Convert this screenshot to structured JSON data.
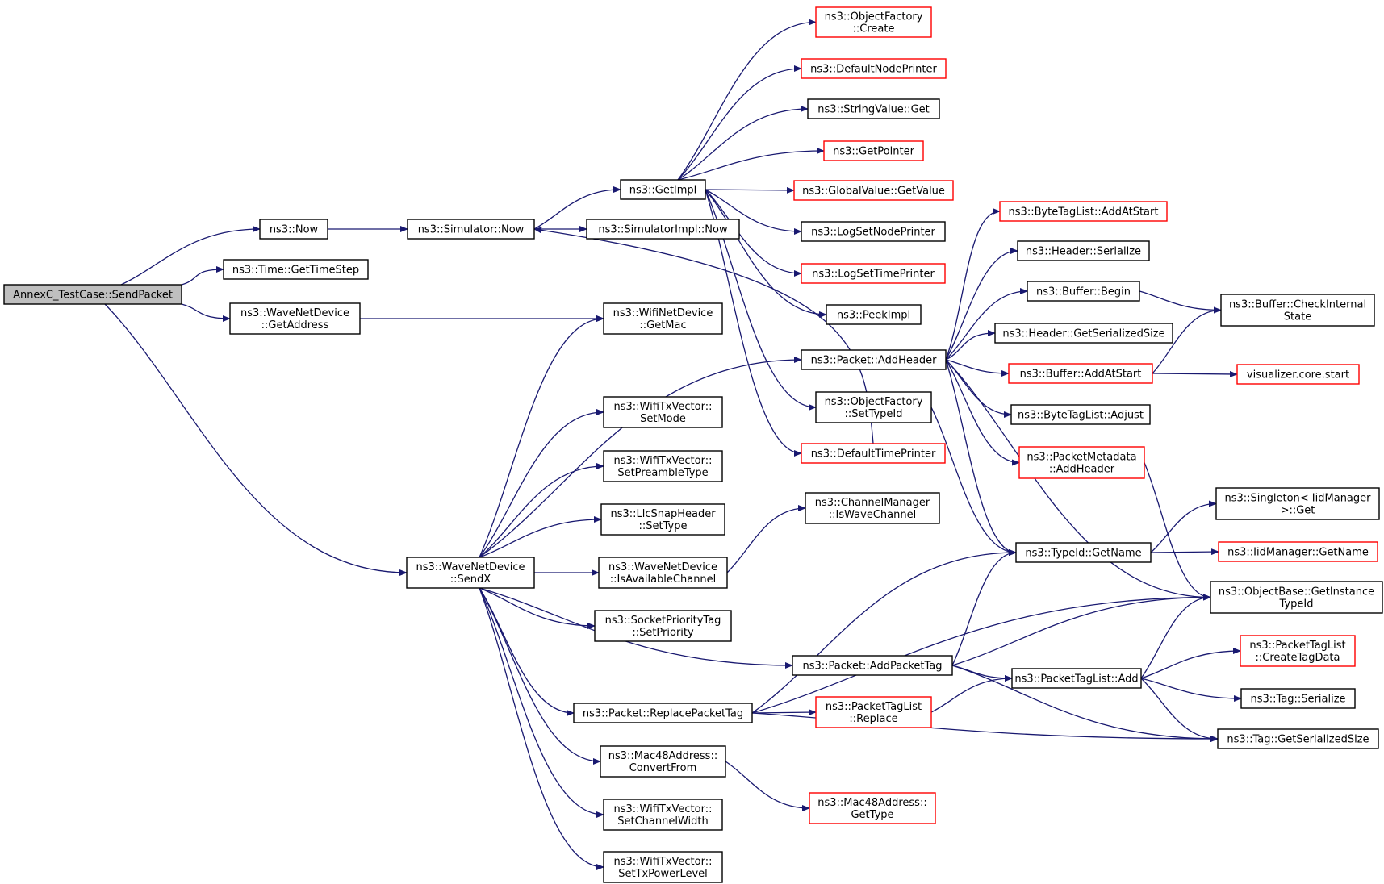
{
  "colors": {
    "edge": "#191970",
    "border_default": "#000000",
    "border_truncated": "#ff0000",
    "root_fill": "#bfbfbf"
  },
  "nodes": [
    {
      "id": "root",
      "lines": [
        "AnnexC_TestCase::SendPacket"
      ],
      "style": "root"
    },
    {
      "id": "now",
      "lines": [
        "ns3::Now"
      ],
      "style": "normal"
    },
    {
      "id": "gettimestep",
      "lines": [
        "ns3::Time::GetTimeStep"
      ],
      "style": "normal"
    },
    {
      "id": "getaddress",
      "lines": [
        "ns3::WaveNetDevice",
        "::GetAddress"
      ],
      "style": "normal"
    },
    {
      "id": "sendx",
      "lines": [
        "ns3::WaveNetDevice",
        "::SendX"
      ],
      "style": "normal"
    },
    {
      "id": "simnow",
      "lines": [
        "ns3::Simulator::Now"
      ],
      "style": "normal"
    },
    {
      "id": "getimpl",
      "lines": [
        "ns3::GetImpl"
      ],
      "style": "normal"
    },
    {
      "id": "simimplnow",
      "lines": [
        "ns3::SimulatorImpl::Now"
      ],
      "style": "normal"
    },
    {
      "id": "ofcreate",
      "lines": [
        "ns3::ObjectFactory",
        "::Create"
      ],
      "style": "truncated"
    },
    {
      "id": "defnodeprinter",
      "lines": [
        "ns3::DefaultNodePrinter"
      ],
      "style": "truncated"
    },
    {
      "id": "stringvalueget",
      "lines": [
        "ns3::StringValue::Get"
      ],
      "style": "normal"
    },
    {
      "id": "getpointer",
      "lines": [
        "ns3::GetPointer"
      ],
      "style": "truncated"
    },
    {
      "id": "globalvalue",
      "lines": [
        "ns3::GlobalValue::GetValue"
      ],
      "style": "truncated"
    },
    {
      "id": "logsetnodeprinter",
      "lines": [
        "ns3::LogSetNodePrinter"
      ],
      "style": "normal"
    },
    {
      "id": "logsettimeprinter",
      "lines": [
        "ns3::LogSetTimePrinter"
      ],
      "style": "truncated"
    },
    {
      "id": "peekimpl",
      "lines": [
        "ns3::PeekImpl"
      ],
      "style": "normal"
    },
    {
      "id": "getmac",
      "lines": [
        "ns3::WifiNetDevice",
        "::GetMac"
      ],
      "style": "normal"
    },
    {
      "id": "addheader",
      "lines": [
        "ns3::Packet::AddHeader"
      ],
      "style": "normal"
    },
    {
      "id": "ofsettypeid",
      "lines": [
        "ns3::ObjectFactory",
        "::SetTypeId"
      ],
      "style": "normal"
    },
    {
      "id": "deftimeprinter",
      "lines": [
        "ns3::DefaultTimePrinter"
      ],
      "style": "truncated"
    },
    {
      "id": "setmode",
      "lines": [
        "ns3::WifiTxVector::",
        "SetMode"
      ],
      "style": "normal"
    },
    {
      "id": "setpreamble",
      "lines": [
        "ns3::WifiTxVector::",
        "SetPreambleType"
      ],
      "style": "normal"
    },
    {
      "id": "llcsettype",
      "lines": [
        "ns3::LlcSnapHeader",
        "::SetType"
      ],
      "style": "normal"
    },
    {
      "id": "isavailable",
      "lines": [
        "ns3::WaveNetDevice",
        "::IsAvailableChannel"
      ],
      "style": "normal"
    },
    {
      "id": "iswavechannel",
      "lines": [
        "ns3::ChannelManager",
        "::IsWaveChannel"
      ],
      "style": "normal"
    },
    {
      "id": "socketprio",
      "lines": [
        "ns3::SocketPriorityTag",
        "::SetPriority"
      ],
      "style": "normal"
    },
    {
      "id": "addpackettag",
      "lines": [
        "ns3::Packet::AddPacketTag"
      ],
      "style": "normal"
    },
    {
      "id": "replacepackettag",
      "lines": [
        "ns3::Packet::ReplacePacketTag"
      ],
      "style": "normal"
    },
    {
      "id": "convertfrom",
      "lines": [
        "ns3::Mac48Address::",
        "ConvertFrom"
      ],
      "style": "normal"
    },
    {
      "id": "setchannelwidth",
      "lines": [
        "ns3::WifiTxVector::",
        "SetChannelWidth"
      ],
      "style": "normal"
    },
    {
      "id": "settxpower",
      "lines": [
        "ns3::WifiTxVector::",
        "SetTxPowerLevel"
      ],
      "style": "normal"
    },
    {
      "id": "mac48gettype",
      "lines": [
        "ns3::Mac48Address::",
        "GetType"
      ],
      "style": "truncated"
    },
    {
      "id": "ptlreplace",
      "lines": [
        "ns3::PacketTagList",
        "::Replace"
      ],
      "style": "truncated"
    },
    {
      "id": "ptladd",
      "lines": [
        "ns3::PacketTagList::Add"
      ],
      "style": "normal"
    },
    {
      "id": "typeidgetname",
      "lines": [
        "ns3::TypeId::GetName"
      ],
      "style": "normal"
    },
    {
      "id": "btladdatstart",
      "lines": [
        "ns3::ByteTagList::AddAtStart"
      ],
      "style": "truncated"
    },
    {
      "id": "headerserialize",
      "lines": [
        "ns3::Header::Serialize"
      ],
      "style": "normal"
    },
    {
      "id": "bufferbegin",
      "lines": [
        "ns3::Buffer::Begin"
      ],
      "style": "normal"
    },
    {
      "id": "getserializedsize",
      "lines": [
        "ns3::Header::GetSerializedSize"
      ],
      "style": "normal"
    },
    {
      "id": "bufferaddatstart",
      "lines": [
        "ns3::Buffer::AddAtStart"
      ],
      "style": "truncated"
    },
    {
      "id": "btladjust",
      "lines": [
        "ns3::ByteTagList::Adjust"
      ],
      "style": "normal"
    },
    {
      "id": "pmaddheader",
      "lines": [
        "ns3::PacketMetadata",
        "::AddHeader"
      ],
      "style": "truncated"
    },
    {
      "id": "checkinternal",
      "lines": [
        "ns3::Buffer::CheckInternal",
        "State"
      ],
      "style": "normal"
    },
    {
      "id": "vizstart",
      "lines": [
        "visualizer.core.start"
      ],
      "style": "truncated"
    },
    {
      "id": "singletonget",
      "lines": [
        "ns3::Singleton< IidManager",
        ">::Get"
      ],
      "style": "normal"
    },
    {
      "id": "iidgetname",
      "lines": [
        "ns3::IidManager::GetName"
      ],
      "style": "truncated"
    },
    {
      "id": "getinstancetypeid",
      "lines": [
        "ns3::ObjectBase::GetInstance",
        "TypeId"
      ],
      "style": "normal"
    },
    {
      "id": "createtagdata",
      "lines": [
        "ns3::PacketTagList",
        "::CreateTagData"
      ],
      "style": "truncated"
    },
    {
      "id": "tagserialize",
      "lines": [
        "ns3::Tag::Serialize"
      ],
      "style": "normal"
    },
    {
      "id": "taggetsersize",
      "lines": [
        "ns3::Tag::GetSerializedSize"
      ],
      "style": "normal"
    }
  ],
  "edges": [
    [
      "root",
      "now"
    ],
    [
      "root",
      "gettimestep"
    ],
    [
      "root",
      "getaddress"
    ],
    [
      "root",
      "sendx"
    ],
    [
      "now",
      "simnow"
    ],
    [
      "simnow",
      "getimpl"
    ],
    [
      "simnow",
      "simimplnow"
    ],
    [
      "getimpl",
      "ofcreate"
    ],
    [
      "getimpl",
      "defnodeprinter"
    ],
    [
      "getimpl",
      "stringvalueget"
    ],
    [
      "getimpl",
      "getpointer"
    ],
    [
      "getimpl",
      "globalvalue"
    ],
    [
      "getimpl",
      "logsetnodeprinter"
    ],
    [
      "getimpl",
      "logsettimeprinter"
    ],
    [
      "getimpl",
      "peekimpl"
    ],
    [
      "getimpl",
      "ofsettypeid"
    ],
    [
      "getimpl",
      "deftimeprinter"
    ],
    [
      "deftimeprinter",
      "simnow"
    ],
    [
      "getaddress",
      "getmac"
    ],
    [
      "sendx",
      "getmac"
    ],
    [
      "sendx",
      "addheader"
    ],
    [
      "sendx",
      "setmode"
    ],
    [
      "sendx",
      "setpreamble"
    ],
    [
      "sendx",
      "llcsettype"
    ],
    [
      "sendx",
      "isavailable"
    ],
    [
      "sendx",
      "socketprio"
    ],
    [
      "sendx",
      "addpackettag"
    ],
    [
      "sendx",
      "replacepackettag"
    ],
    [
      "sendx",
      "convertfrom"
    ],
    [
      "sendx",
      "setchannelwidth"
    ],
    [
      "sendx",
      "settxpower"
    ],
    [
      "isavailable",
      "iswavechannel"
    ],
    [
      "convertfrom",
      "mac48gettype"
    ],
    [
      "addheader",
      "btladdatstart"
    ],
    [
      "addheader",
      "headerserialize"
    ],
    [
      "addheader",
      "bufferbegin"
    ],
    [
      "addheader",
      "getserializedsize"
    ],
    [
      "addheader",
      "bufferaddatstart"
    ],
    [
      "addheader",
      "btladjust"
    ],
    [
      "addheader",
      "pmaddheader"
    ],
    [
      "addheader",
      "typeidgetname"
    ],
    [
      "addheader",
      "getinstancetypeid"
    ],
    [
      "bufferbegin",
      "checkinternal"
    ],
    [
      "bufferaddatstart",
      "checkinternal"
    ],
    [
      "bufferaddatstart",
      "vizstart"
    ],
    [
      "pmaddheader",
      "getinstancetypeid"
    ],
    [
      "ofsettypeid",
      "typeidgetname"
    ],
    [
      "typeidgetname",
      "singletonget"
    ],
    [
      "typeidgetname",
      "iidgetname"
    ],
    [
      "addpackettag",
      "typeidgetname"
    ],
    [
      "addpackettag",
      "getinstancetypeid"
    ],
    [
      "addpackettag",
      "ptladd"
    ],
    [
      "addpackettag",
      "taggetsersize"
    ],
    [
      "replacepackettag",
      "typeidgetname"
    ],
    [
      "replacepackettag",
      "getinstancetypeid"
    ],
    [
      "replacepackettag",
      "ptlreplace"
    ],
    [
      "replacepackettag",
      "taggetsersize"
    ],
    [
      "ptlreplace",
      "ptladd"
    ],
    [
      "ptladd",
      "getinstancetypeid"
    ],
    [
      "ptladd",
      "createtagdata"
    ],
    [
      "ptladd",
      "tagserialize"
    ],
    [
      "ptladd",
      "taggetsersize"
    ]
  ]
}
